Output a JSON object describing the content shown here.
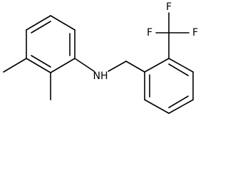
{
  "atoms": {
    "amine": "N",
    "amine_hydrogen": "H",
    "fluorine_top": "F",
    "fluorine_left": "F",
    "fluorine_right": "F"
  }
}
